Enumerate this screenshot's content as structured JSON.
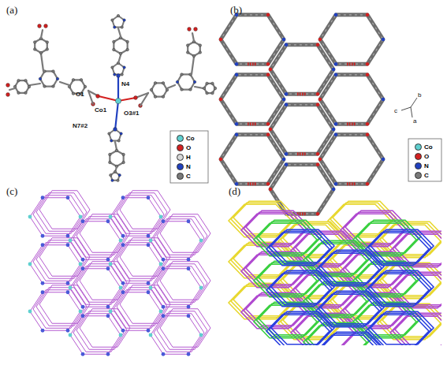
{
  "diagram": {
    "labels": [
      "(a)",
      "O1",
      "N4",
      "Co1",
      "O3#1",
      "N7#2",
      "(b)",
      "c",
      "b",
      "a",
      "(c)",
      "(d)"
    ],
    "legend": [
      {
        "text": "Co",
        "color": "#5fd0d0"
      },
      {
        "text": "O",
        "color": "#d42020"
      },
      {
        "text": "H",
        "color": "#d8d8d8"
      },
      {
        "text": "N",
        "color": "#2040c0"
      },
      {
        "text": "C",
        "color": "#7a7a7a"
      },
      {
        "text": "Co",
        "color": "#5fd0d0"
      },
      {
        "text": "O",
        "color": "#d42020"
      },
      {
        "text": "N",
        "color": "#2040c0"
      },
      {
        "text": "C",
        "color": "#7a7a7a"
      }
    ]
  }
}
